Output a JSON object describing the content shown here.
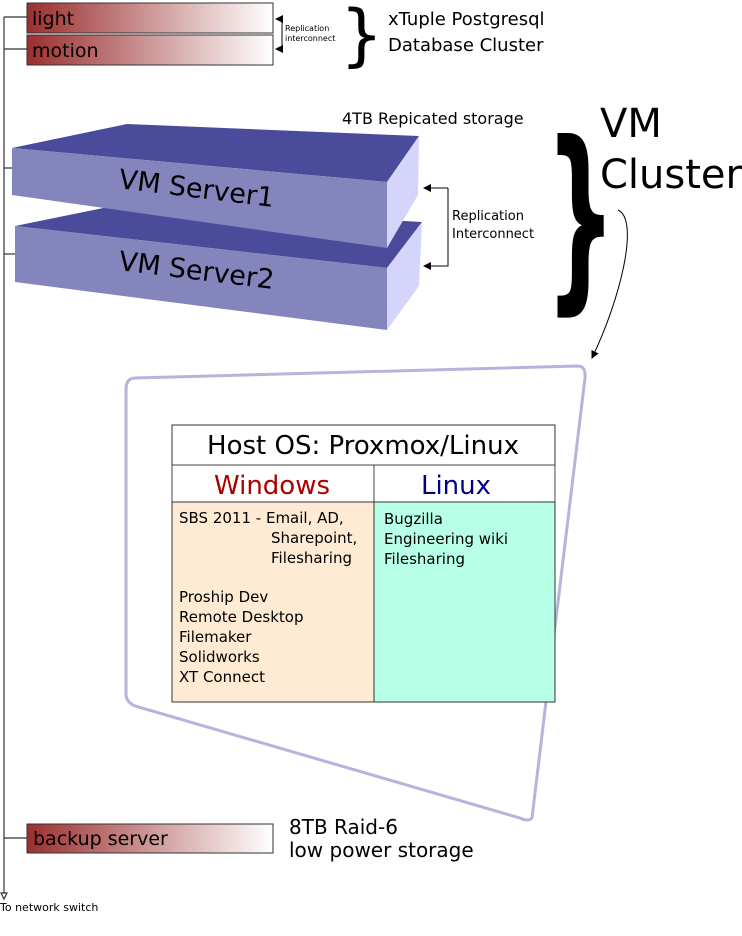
{
  "db_cluster": {
    "nodes": [
      "light",
      "motion"
    ],
    "replication_label": [
      "Replication",
      "interconnect"
    ],
    "caption": [
      "xTuple Postgresql",
      "Database Cluster"
    ]
  },
  "vm_cluster": {
    "storage_label": "4TB Repicated storage",
    "servers": [
      "VM Server1",
      "VM Server2"
    ],
    "replication_label": [
      "Replication",
      "Interconnect"
    ],
    "caption": [
      "VM",
      "Cluster"
    ]
  },
  "host": {
    "title": "Host OS: Proxmox/Linux",
    "windows": {
      "heading": "Windows",
      "heading_color": "#aa0000",
      "fill": "#ffebd4",
      "items": [
        "SBS 2011 - Email, AD,",
        "Sharepoint,",
        "Filesharing",
        "Proship Dev",
        "Remote Desktop",
        "Filemaker",
        "Solidworks",
        "XT Connect"
      ]
    },
    "linux": {
      "heading": "Linux",
      "heading_color": "#000088",
      "fill": "#b8ffe8",
      "items": [
        "Bugzilla",
        "Engineering wiki",
        "Filesharing"
      ]
    }
  },
  "backup": {
    "name": "backup server",
    "caption": [
      "8TB Raid-6",
      "low power storage"
    ]
  },
  "network_label": "To network switch",
  "colors": {
    "node_gradient_start": "#9b2f2f",
    "server_top": "#4b4b9c",
    "server_front": "#8585bd",
    "server_side": "#d5d5fb"
  }
}
